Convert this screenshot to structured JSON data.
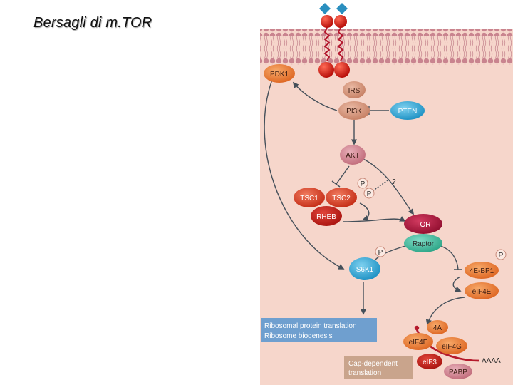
{
  "slide": {
    "title": "Bersagli di m.TOR"
  },
  "diagram": {
    "nodes": {
      "pdk1": "PDK1",
      "irs": "IRS",
      "pi3k": "PI3K",
      "pten": "PTEN",
      "akt": "AKT",
      "tsc1": "TSC1",
      "tsc2": "TSC2",
      "rheb": "RHEB",
      "tor": "TOR",
      "raptor": "Raptor",
      "s6k1": "S6K1",
      "bp1": "4E-BP1",
      "eif4e_free": "eIF4E",
      "a4": "4A",
      "eif4e": "eIF4E",
      "eif4g": "eIF4G",
      "eif3": "eIF3",
      "pabp": "PABP"
    },
    "phospho_label": "P",
    "unknown_label": "?",
    "polya_label": "AAAA",
    "output_boxes": {
      "ribosomal": [
        "Ribosomal protein translation",
        "Ribosome biogenesis"
      ],
      "cap_dependent": [
        "Cap-dependent",
        "translation"
      ]
    },
    "colors": {
      "membrane_bg": "#f6d6cb",
      "head": "#c9848f",
      "orange": "#e8742a",
      "tan": "#d7987d",
      "cyan": "#29a6d6",
      "pink": "#cf7f8c",
      "red": "#d2351e",
      "crimson": "#a8153a",
      "teal": "#3fb89d",
      "ribosomal_box": "#6f9fcf",
      "cap_box": "#c9a48c"
    }
  }
}
